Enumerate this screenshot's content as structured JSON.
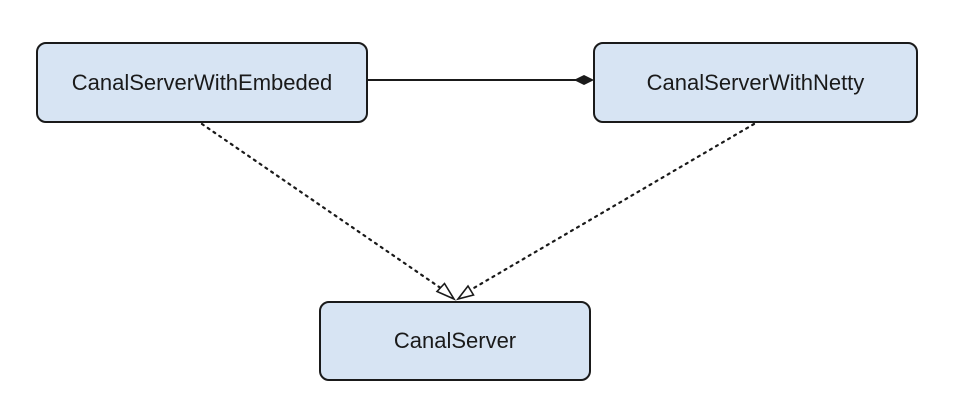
{
  "nodes": {
    "embeded": {
      "label": "CanalServerWithEmbeded"
    },
    "netty": {
      "label": "CanalServerWithNetty"
    },
    "server": {
      "label": "CanalServer"
    }
  },
  "edges": [
    {
      "from": "embeded",
      "to": "netty",
      "kind": "composition",
      "line": "solid"
    },
    {
      "from": "embeded",
      "to": "server",
      "kind": "realization",
      "line": "dotted"
    },
    {
      "from": "netty",
      "to": "server",
      "kind": "realization",
      "line": "dotted"
    }
  ],
  "colors": {
    "node_fill": "#d7e4f3",
    "stroke": "#1a1a1a",
    "background": "#ffffff"
  }
}
